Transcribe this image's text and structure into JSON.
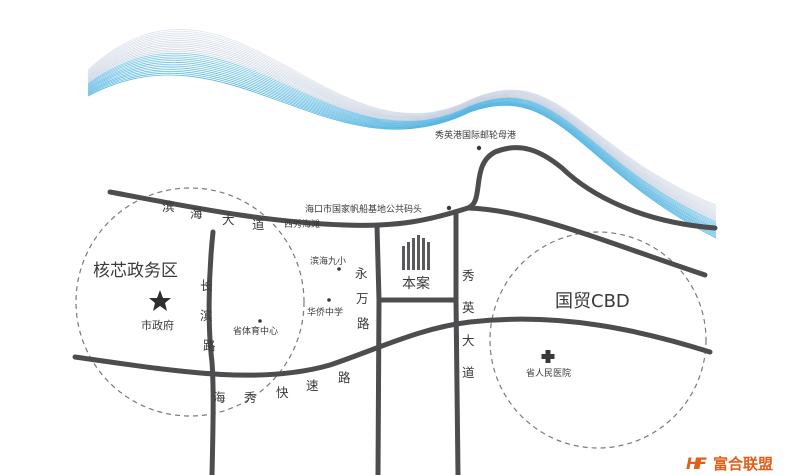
{
  "colors": {
    "road": "#4d4d4f",
    "wave": "#3aa6d8",
    "dashed": "#777777",
    "brand": "#e25f1a"
  },
  "zones": {
    "core": "核芯政务区",
    "cbd": "国贸CBD"
  },
  "landmarks": {
    "city_gov": "市政府",
    "sports_center": "省体育中心",
    "port": "秀英港国际邮轮母港",
    "sailing_base": "海口市国家帆船基地公共码头",
    "xixiu_beach": "西秀海滩",
    "binhai_school": "滨海九小",
    "huaqiao_school": "华侨中学",
    "hospital": "省人民医院"
  },
  "project": {
    "label": "本案",
    "icon": "building-logo-icon"
  },
  "roads": {
    "binhai": [
      "滨",
      "海",
      "大",
      "道"
    ],
    "changbin": [
      "长",
      "滨",
      "路"
    ],
    "yongwan": [
      "永",
      "万",
      "路"
    ],
    "xiuying": [
      "秀",
      "英",
      "大",
      "道"
    ],
    "haixiu": [
      "海",
      "秀",
      "快",
      "速",
      "路"
    ]
  },
  "brand": {
    "name": "富合联盟"
  }
}
